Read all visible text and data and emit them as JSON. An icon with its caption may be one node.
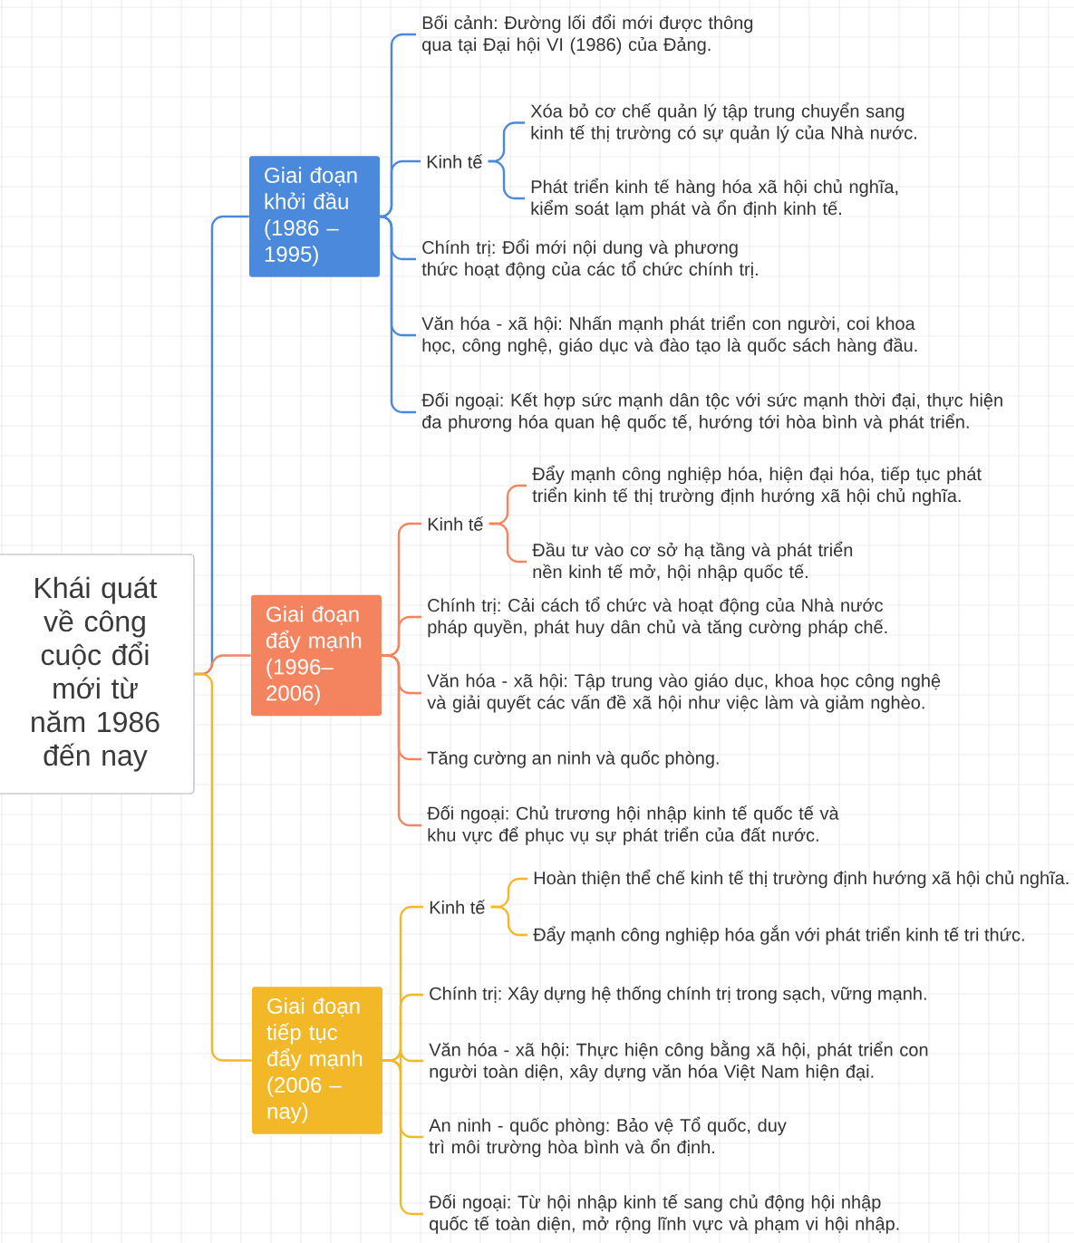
{
  "diagram": {
    "nodes": [
      {
        "text": [
          "Khái quát về công cuộc đổi mới từ năm 1986 đến nay"
        ]
      },
      {
        "text": [
          "Giai đoạn khởi đầu (1986 – 1995)"
        ]
      },
      {
        "text": [
          "Bối cảnh: Đường lối đổi mới được thông qua tại Đại hội VI (1986) của Đảng."
        ]
      },
      {
        "text": [
          "Kinh tế"
        ]
      },
      {
        "text": [
          "Xóa bỏ cơ chế quản lý tập trung chuyển sang kinh tế thị trường có sự quản lý của Nhà nước."
        ]
      },
      {
        "text": [
          "Phát triển kinh tế hàng hóa xã hội chủ nghĩa, kiểm soát lạm phát và ổn định kinh tế."
        ]
      },
      {
        "text": [
          "Chính trị: Đổi mới nội dung và phương thức hoạt động của các tổ chức chính trị."
        ]
      },
      {
        "text": [
          "Văn hóa - xã hội: Nhấn mạnh phát triển con người, coi khoa học, công nghệ, giáo dục và đào tạo là quốc sách hàng đầu."
        ]
      },
      {
        "text": [
          "Đối ngoại: Kết hợp sức mạnh dân tộc với sức mạnh thời đại, thực hiện đa phương hóa quan hệ quốc tế, hướng tới hòa bình và phát triển."
        ]
      },
      {
        "text": [
          "Giai đoạn đẩy mạnh (1996–2006)"
        ]
      },
      {
        "text": [
          "Kinh tế"
        ]
      },
      {
        "text": [
          "Đẩy mạnh công nghiệp hóa, hiện đại hóa, tiếp tục phát triển kinh tế thị trường định hướng xã hội chủ nghĩa."
        ]
      },
      {
        "text": [
          "Đầu tư vào cơ sở hạ tầng và phát triển nền kinh tế mở, hội nhập quốc tế."
        ]
      },
      {
        "text": [
          "Chính trị: Cải cách tổ chức và hoạt động của Nhà nước pháp quyền, phát huy dân chủ và tăng cường pháp chế."
        ]
      },
      {
        "text": [
          "Văn hóa - xã hội: Tập trung vào giáo dục, khoa học công nghệ và giải quyết các vấn đề xã hội như việc làm và giảm nghèo."
        ]
      },
      {
        "text": [
          "Tăng cường an ninh và quốc phòng."
        ]
      },
      {
        "text": [
          "Đối ngoại: Chủ trương hội nhập kinh tế quốc tế và khu vực để phục vụ sự phát triển của đất nước."
        ]
      },
      {
        "text": [
          "Giai đoạn tiếp tục đẩy mạnh (2006 – nay)"
        ]
      },
      {
        "text": [
          "Kinh tế"
        ]
      },
      {
        "text": [
          "Hoàn thiện thể chế kinh tế thị trường định hướng xã hội chủ nghĩa."
        ]
      },
      {
        "text": [
          "Đẩy mạnh công nghiệp hóa gắn với phát triển kinh tế tri thức."
        ]
      },
      {
        "text": [
          "Chính trị: Xây dựng hệ thống chính trị trong sạch, vững mạnh."
        ]
      },
      {
        "text": [
          "Văn hóa - xã hội: Thực hiện công bằng xã hội, phát triển con người toàn diện, xây dựng văn hóa Việt Nam hiện đại."
        ]
      },
      {
        "text": [
          "An ninh - quốc phòng: Bảo vệ Tổ quốc, duy trì môi trường hòa bình và ổn định."
        ]
      },
      {
        "text": [
          "Đối ngoại: Từ hội nhập kinh tế sang chủ động hội nhập quốc tế toàn diện, mở rộng lĩnh vực và phạm vi hội nhập."
        ]
      }
    ],
    "edges": [
      {
        "from": 0,
        "to": 1,
        "arrow": "none",
        "color": "#4a89dc"
      },
      {
        "from": 1,
        "to": 2,
        "arrow": "none",
        "color": "#4a89dc"
      },
      {
        "from": 1,
        "to": 3,
        "arrow": "none",
        "color": "#4a89dc"
      },
      {
        "from": 3,
        "to": 4,
        "arrow": "none",
        "color": "#4a89dc"
      },
      {
        "from": 3,
        "to": 5,
        "arrow": "none",
        "color": "#4a89dc"
      },
      {
        "from": 1,
        "to": 6,
        "arrow": "none",
        "color": "#4a89dc"
      },
      {
        "from": 1,
        "to": 7,
        "arrow": "none",
        "color": "#4a89dc"
      },
      {
        "from": 1,
        "to": 8,
        "arrow": "none",
        "color": "#4a89dc"
      },
      {
        "from": 0,
        "to": 9,
        "arrow": "none",
        "color": "#f4845f"
      },
      {
        "from": 9,
        "to": 10,
        "arrow": "none",
        "color": "#f4845f"
      },
      {
        "from": 10,
        "to": 11,
        "arrow": "none",
        "color": "#f4845f"
      },
      {
        "from": 10,
        "to": 12,
        "arrow": "none",
        "color": "#f4845f"
      },
      {
        "from": 9,
        "to": 13,
        "arrow": "none",
        "color": "#f4845f"
      },
      {
        "from": 9,
        "to": 14,
        "arrow": "none",
        "color": "#f4845f"
      },
      {
        "from": 9,
        "to": 15,
        "arrow": "none",
        "color": "#f4845f"
      },
      {
        "from": 9,
        "to": 16,
        "arrow": "none",
        "color": "#f4845f"
      },
      {
        "from": 0,
        "to": 17,
        "arrow": "none",
        "color": "#f2b827"
      },
      {
        "from": 17,
        "to": 18,
        "arrow": "none",
        "color": "#f2b827"
      },
      {
        "from": 18,
        "to": 19,
        "arrow": "none",
        "color": "#f2b827"
      },
      {
        "from": 18,
        "to": 20,
        "arrow": "none",
        "color": "#f2b827"
      },
      {
        "from": 17,
        "to": 21,
        "arrow": "none",
        "color": "#f2b827"
      },
      {
        "from": 17,
        "to": 22,
        "arrow": "none",
        "color": "#f2b827"
      },
      {
        "from": 17,
        "to": 23,
        "arrow": "none",
        "color": "#f2b827"
      },
      {
        "from": 17,
        "to": 24,
        "arrow": "none",
        "color": "#f2b827"
      }
    ]
  }
}
